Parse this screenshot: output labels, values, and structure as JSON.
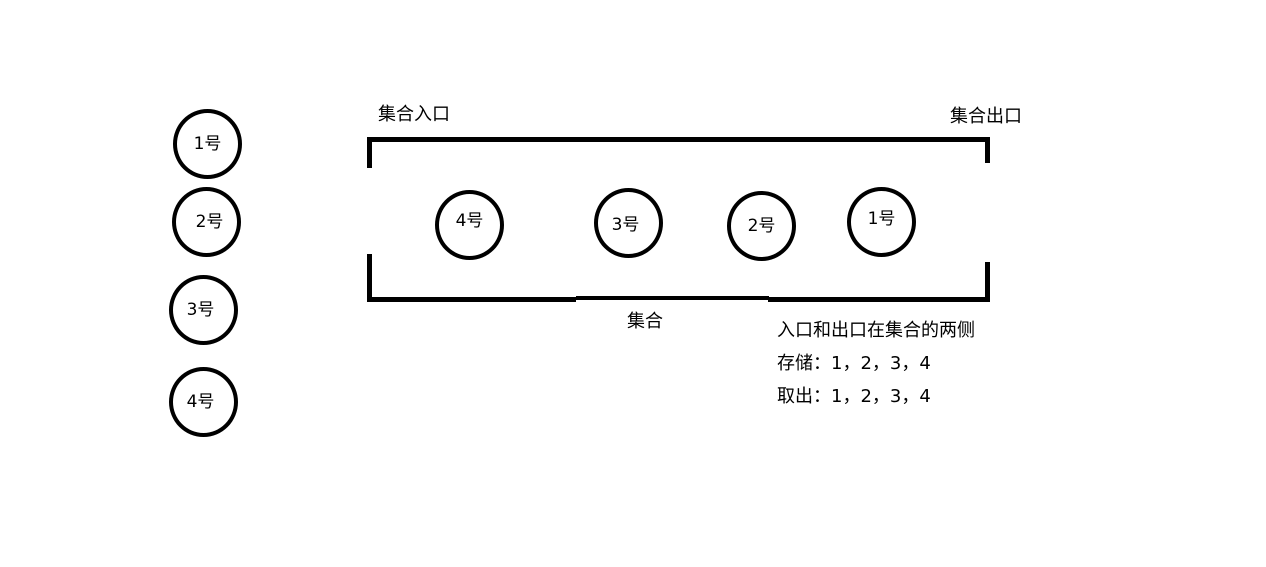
{
  "diagram": {
    "title_entry": "集合入口",
    "title_exit": "集合出口",
    "collection_label": "集合",
    "waiting_items": [
      {
        "label": "1号"
      },
      {
        "label": "2号"
      },
      {
        "label": "3号"
      },
      {
        "label": "4号"
      }
    ],
    "stored_items": [
      {
        "label": "4号"
      },
      {
        "label": "3号"
      },
      {
        "label": "2号"
      },
      {
        "label": "1号"
      }
    ],
    "notes": {
      "line1": "入口和出口在集合的两侧",
      "line2": "存储：1，2，3，4",
      "line3": "取出：1，2，3，4"
    },
    "colors": {
      "stroke": "#000000",
      "background": "#ffffff"
    }
  }
}
